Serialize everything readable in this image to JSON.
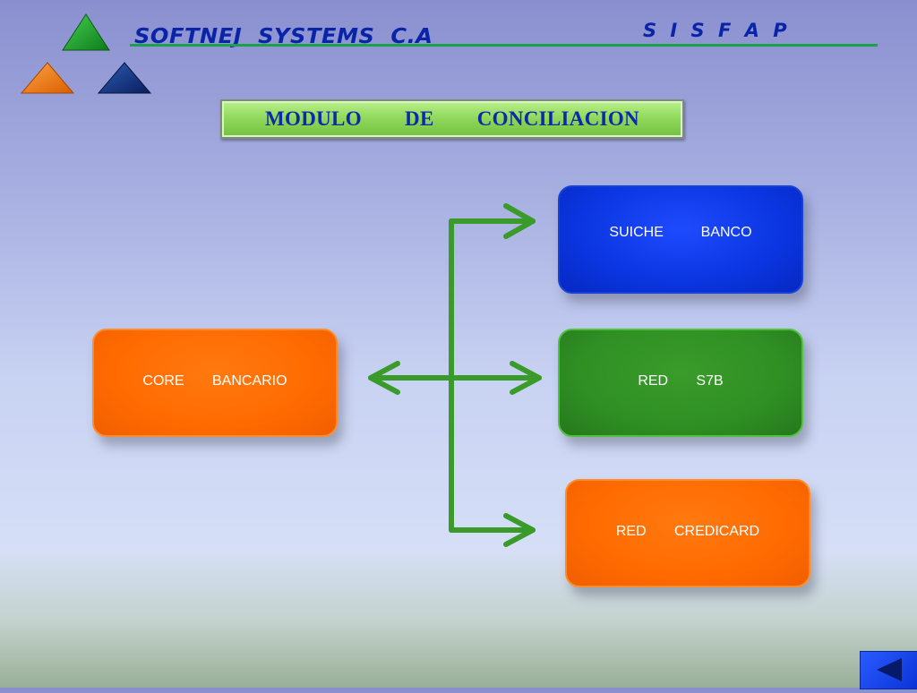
{
  "header": {
    "company": "SOFTNEJ  SYSTEMS  C.A",
    "product": "S I S F A P"
  },
  "title": "MODULO   DE   CONCILIACION",
  "diagram": {
    "source": "CORE   BANCARIO",
    "targets": [
      "SUICHE    BANCO",
      "RED   S7B",
      "RED   CREDICARD"
    ]
  },
  "colors": {
    "connector": "#3a9a2a",
    "logo_green": "#1e9a2a",
    "logo_orange": "#ee7a1c",
    "logo_navy": "#163a7a"
  },
  "icons": {
    "logo": "triangle-logo",
    "nav": "back-arrow-icon"
  }
}
